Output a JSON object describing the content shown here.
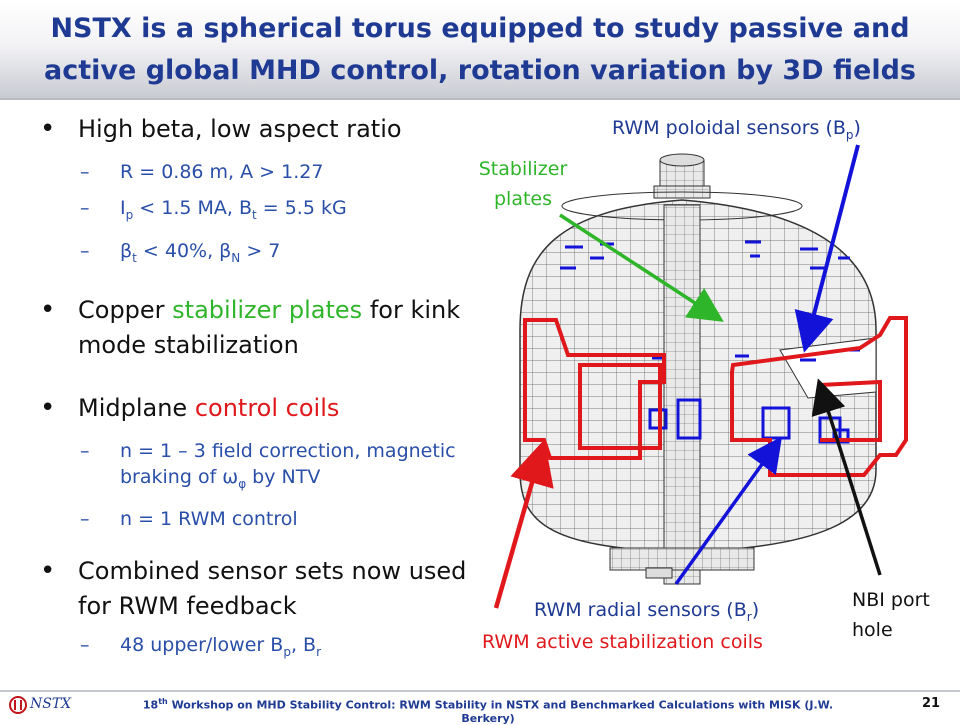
{
  "slide": {
    "title": "NSTX is a spherical torus equipped to study passive and active global MHD control, rotation variation by 3D fields",
    "page_number": "21"
  },
  "bullets": {
    "b1": "High beta, low aspect ratio",
    "b1_sub1": "R = 0.86 m, A > 1.27",
    "b1_sub2_pre": "I",
    "b1_sub2_sub": "p",
    "b1_sub2_mid": " < 1.5 MA, B",
    "b1_sub2_sub2": "t",
    "b1_sub2_post": " = 5.5 kG",
    "b1_sub3_pre": " β",
    "b1_sub3_sub": "t",
    "b1_sub3_mid": " < 40%, β",
    "b1_sub3_sub2": "N",
    "b1_sub3_post": " > 7",
    "b2_pre": "Copper ",
    "b2_highlight": "stabilizer plates",
    "b2_post": " for kink mode stabilization",
    "b3_pre": "Midplane ",
    "b3_highlight": "control coils",
    "b3_sub1_pre": "n = 1 – 3 field correction, magnetic braking of ω",
    "b3_sub1_sub": "φ",
    "b3_sub1_post": " by NTV",
    "b3_sub2": "n = 1 RWM control",
    "b4": "Combined sensor sets now used for RWM feedback",
    "b4_sub1_pre": "48 upper/lower B",
    "b4_sub1_sub": "p",
    "b4_sub1_mid": ", B",
    "b4_sub1_sub2": "r"
  },
  "diagram": {
    "label_poloidal_pre": "RWM poloidal sensors (B",
    "label_poloidal_sub": "p",
    "label_poloidal_post": ")",
    "label_stabilizer_line1": "Stabilizer",
    "label_stabilizer_line2": "plates",
    "label_radial_pre": "RWM radial sensors (B",
    "label_radial_sub": "r",
    "label_radial_post": ")",
    "label_coils": "RWM active stabilization coils",
    "label_nbi_line1": "NBI port",
    "label_nbi_line2": "hole"
  },
  "footer": {
    "logo_text": "NSTX",
    "superscript": "th",
    "text_pre": "18",
    "text_post": " Workshop on MHD Stability Control: RWM Stability in NSTX and Benchmarked Calculations with MISK (J.W. Berkery)"
  },
  "colors": {
    "title": "#1f3a93",
    "green": "#2fb52a",
    "red": "#e0181c",
    "blue": "#1212d8"
  }
}
